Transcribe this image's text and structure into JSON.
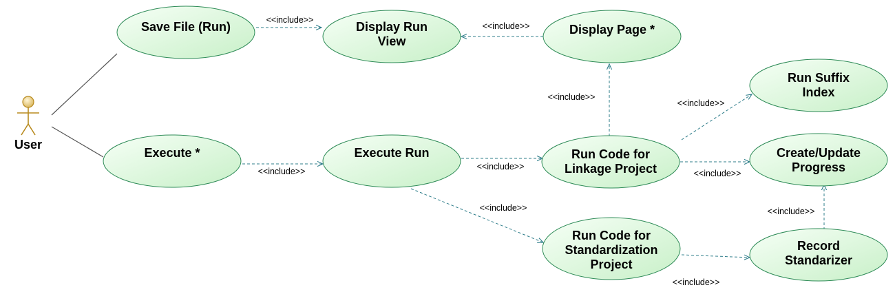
{
  "actor": {
    "name": "User"
  },
  "use_cases": {
    "save_file": [
      "Save File (Run)"
    ],
    "display_run_view": [
      "Display Run",
      "View"
    ],
    "display_page": [
      "Display Page *"
    ],
    "run_suffix_index": [
      "Run Suffix",
      "Index"
    ],
    "execute": [
      "Execute *"
    ],
    "execute_run": [
      "Execute Run"
    ],
    "run_code_linkage": [
      "Run Code for",
      "Linkage Project"
    ],
    "create_update_progress": [
      "Create/Update",
      "Progress"
    ],
    "run_code_standardization": [
      "Run Code for",
      "Standardization",
      "Project"
    ],
    "record_standardizer": [
      "Record",
      "Standarizer"
    ]
  },
  "relations": {
    "save_to_display_run_view": "<<include>>",
    "display_page_to_display_run_view": "<<include>>",
    "run_code_linkage_to_display_page": "<<include>>",
    "run_code_linkage_to_run_suffix": "<<include>>",
    "execute_to_execute_run": "<<include>>",
    "execute_run_to_run_code_linkage": "<<include>>",
    "run_code_linkage_to_create_update": "<<include>>",
    "execute_run_to_run_code_standardization": "<<include>>",
    "record_standardizer_to_create_update": "<<include>>",
    "run_code_standardization_to_record": "<<include>>"
  },
  "colors": {
    "use_case_fill_light": "#f6fff6",
    "use_case_fill_dark": "#c8f0c8",
    "use_case_stroke": "#2e8b57",
    "include_line": "#2e7d8a",
    "association_line": "#555555",
    "actor_fill": "#f2dfa0",
    "actor_stroke": "#b88a1e"
  }
}
